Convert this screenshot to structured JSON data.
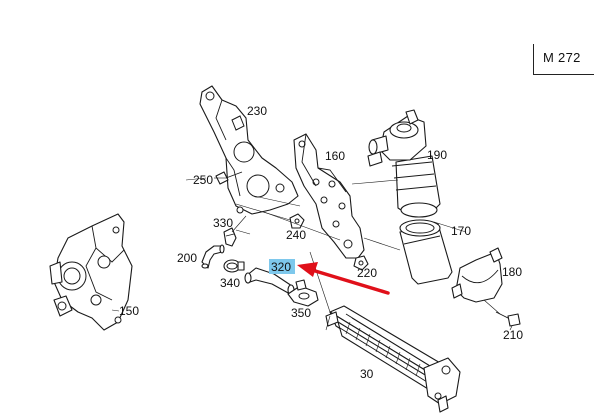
{
  "model_code": "M 272",
  "parts": [
    {
      "id": "p230",
      "label": "230",
      "highlighted": false
    },
    {
      "id": "p160",
      "label": "160",
      "highlighted": false
    },
    {
      "id": "p190",
      "label": "190",
      "highlighted": false
    },
    {
      "id": "p250",
      "label": "250",
      "highlighted": false
    },
    {
      "id": "p330",
      "label": "330",
      "highlighted": false
    },
    {
      "id": "p240",
      "label": "240",
      "highlighted": false
    },
    {
      "id": "p170",
      "label": "170",
      "highlighted": false
    },
    {
      "id": "p200",
      "label": "200",
      "highlighted": false
    },
    {
      "id": "p320",
      "label": "320",
      "highlighted": true
    },
    {
      "id": "p220",
      "label": "220",
      "highlighted": false
    },
    {
      "id": "p180",
      "label": "180",
      "highlighted": false
    },
    {
      "id": "p340",
      "label": "340",
      "highlighted": false
    },
    {
      "id": "p150",
      "label": "150",
      "highlighted": false
    },
    {
      "id": "p350",
      "label": "350",
      "highlighted": false
    },
    {
      "id": "p210",
      "label": "210",
      "highlighted": false
    },
    {
      "id": "p30",
      "label": "30",
      "highlighted": false
    }
  ],
  "colors": {
    "line": "#1a1a1a",
    "highlight_fill": "#7ec8ec",
    "arrow": "#e0101a"
  },
  "pointer_target": "320"
}
